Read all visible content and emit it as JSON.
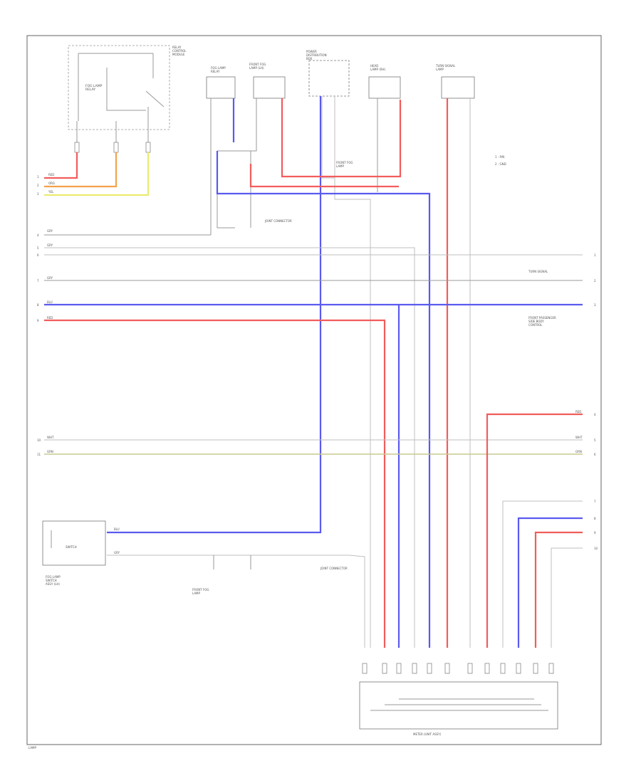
{
  "diagram": {
    "page_label": "LAMP",
    "legend": {
      "line1": "1 - P/N",
      "line2": "2 - GND"
    },
    "components": {
      "relay_box": {
        "label": "RELAY\nCONTROL\nMODULE",
        "inner": "FOG LAMP\nRELAY"
      },
      "c1": {
        "label": "FOG LAMP\nRELAY"
      },
      "c2": {
        "label": "FRONT FOG\nLAMP (LH)"
      },
      "c3": {
        "label": "POWER\nDISTRIBUTION\nBOX"
      },
      "c4": {
        "label": "HEAD\nLAMP (RH)"
      },
      "c5": {
        "label": "TURN SIGNAL\nLAMP"
      },
      "left_box": {
        "label": "FOG LAMP\nSWITCH",
        "sub": "SWITCH"
      },
      "left_box_caption": {
        "label": "FOG LAMP\nSWITCH\nASSY (LH)"
      },
      "splice_label": {
        "label": "JOINT CONNECTOR"
      },
      "mid_label": {
        "label": "FRONT FOG\nLAMP"
      },
      "mid_label2": {
        "label": "FRONT FOG\nLAMP"
      },
      "right_label_1": {
        "label": "TURN SIGNAL"
      },
      "right_label_2": {
        "label": "FRONT PASSENGER\nSIDE BODY\nCONTROL"
      },
      "bottom_box": {
        "label": "METER (UNIT ASSY)"
      }
    },
    "wire_labels": {
      "red": "RED",
      "orange": "ORG",
      "yellow": "YEL",
      "gray": "GRY",
      "blue": "BLU",
      "white": "WHT",
      "green": "GRN"
    },
    "left_pins": [
      "1",
      "2",
      "3",
      "4",
      "5",
      "6",
      "7",
      "8",
      "9",
      "10",
      "11"
    ],
    "right_pins": [
      "1",
      "2",
      "3",
      "4",
      "5",
      "6",
      "7",
      "8",
      "9",
      "10"
    ]
  }
}
